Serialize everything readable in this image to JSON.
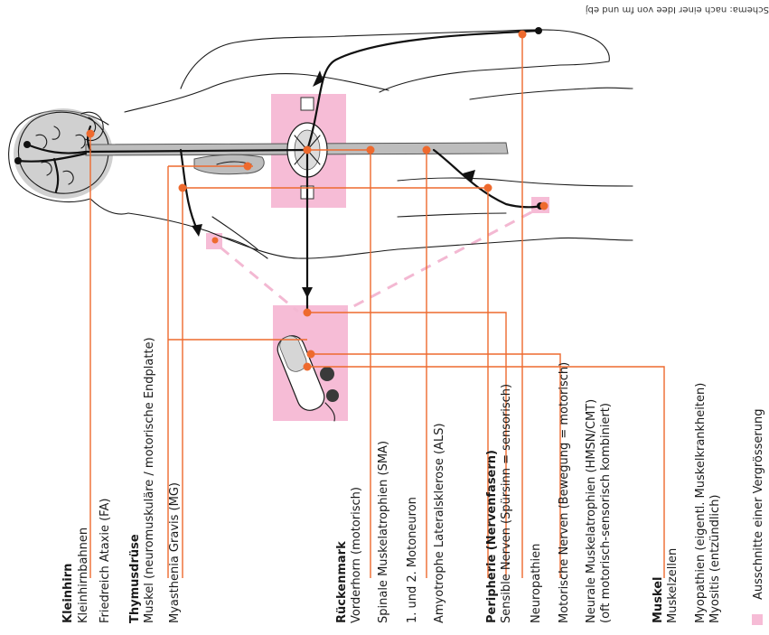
{
  "credit": "Schema: nach einer Idee von fm und ebj",
  "groups": [
    {
      "id": "kleinhirn",
      "title": "Kleinhirn",
      "lines": [
        "Kleinhirnbahnen",
        "Friedreich Ataxie (FA)"
      ]
    },
    {
      "id": "thymus",
      "title": "Thymusdrüse",
      "lines": [
        "Muskel (neuromuskuläre / motorische Endplatte)",
        "Myasthenia Gravis (MG)"
      ]
    },
    {
      "id": "rueckenmark",
      "title": "Rückenmark",
      "lines": [
        "Vorderhorn (motorisch)",
        "Spinale Muskelatrophien (SMA)",
        "1. und 2. Motoneuron",
        "Amyotrophe Lateralsklerose (ALS)"
      ]
    },
    {
      "id": "peripherie",
      "title": "Peripherie (Nervenfasern)",
      "lines": [
        "Sensible Nerven (Spürsinn = sensorisch)",
        "Neuropathien",
        "Motorische Nerven (Bewegung = motorisch)",
        "Neurale Muskelatrophien (HMSN/CMT)",
        "(oft motorisch-sensorisch kombiniert)"
      ]
    },
    {
      "id": "muskel",
      "title": "Muskel",
      "lines": [
        "Muskelzellen",
        "Myopathien (eigentl. Muskelkrankheiten)",
        "Myositis (entzündlich)"
      ]
    }
  ],
  "legend": {
    "text": "Ausschnitte einer Vergrösserung",
    "color": "#f6bcd6"
  },
  "colors": {
    "accent": "#ee6a2e",
    "highlight": "#f6bcd6",
    "line": "#111111"
  }
}
